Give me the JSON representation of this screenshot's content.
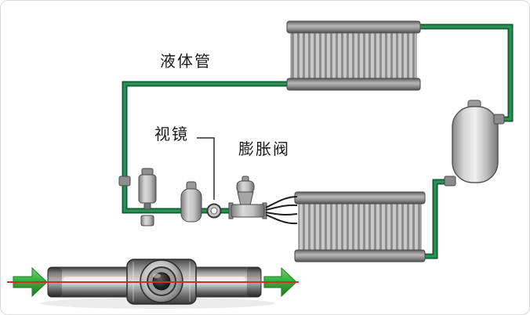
{
  "labels": {
    "liquid_pipe": "液体管",
    "sight_glass": "视镜",
    "expansion_valve": "膨胀阀"
  },
  "colors": {
    "pipe_green": "#1e7d44",
    "pipe_green_dark": "#0e5e31",
    "arrow_green": "#35a93a",
    "flow_line_red": "#cc3126",
    "metal_gray": "#b5b5b5",
    "background": "#ffffff"
  }
}
